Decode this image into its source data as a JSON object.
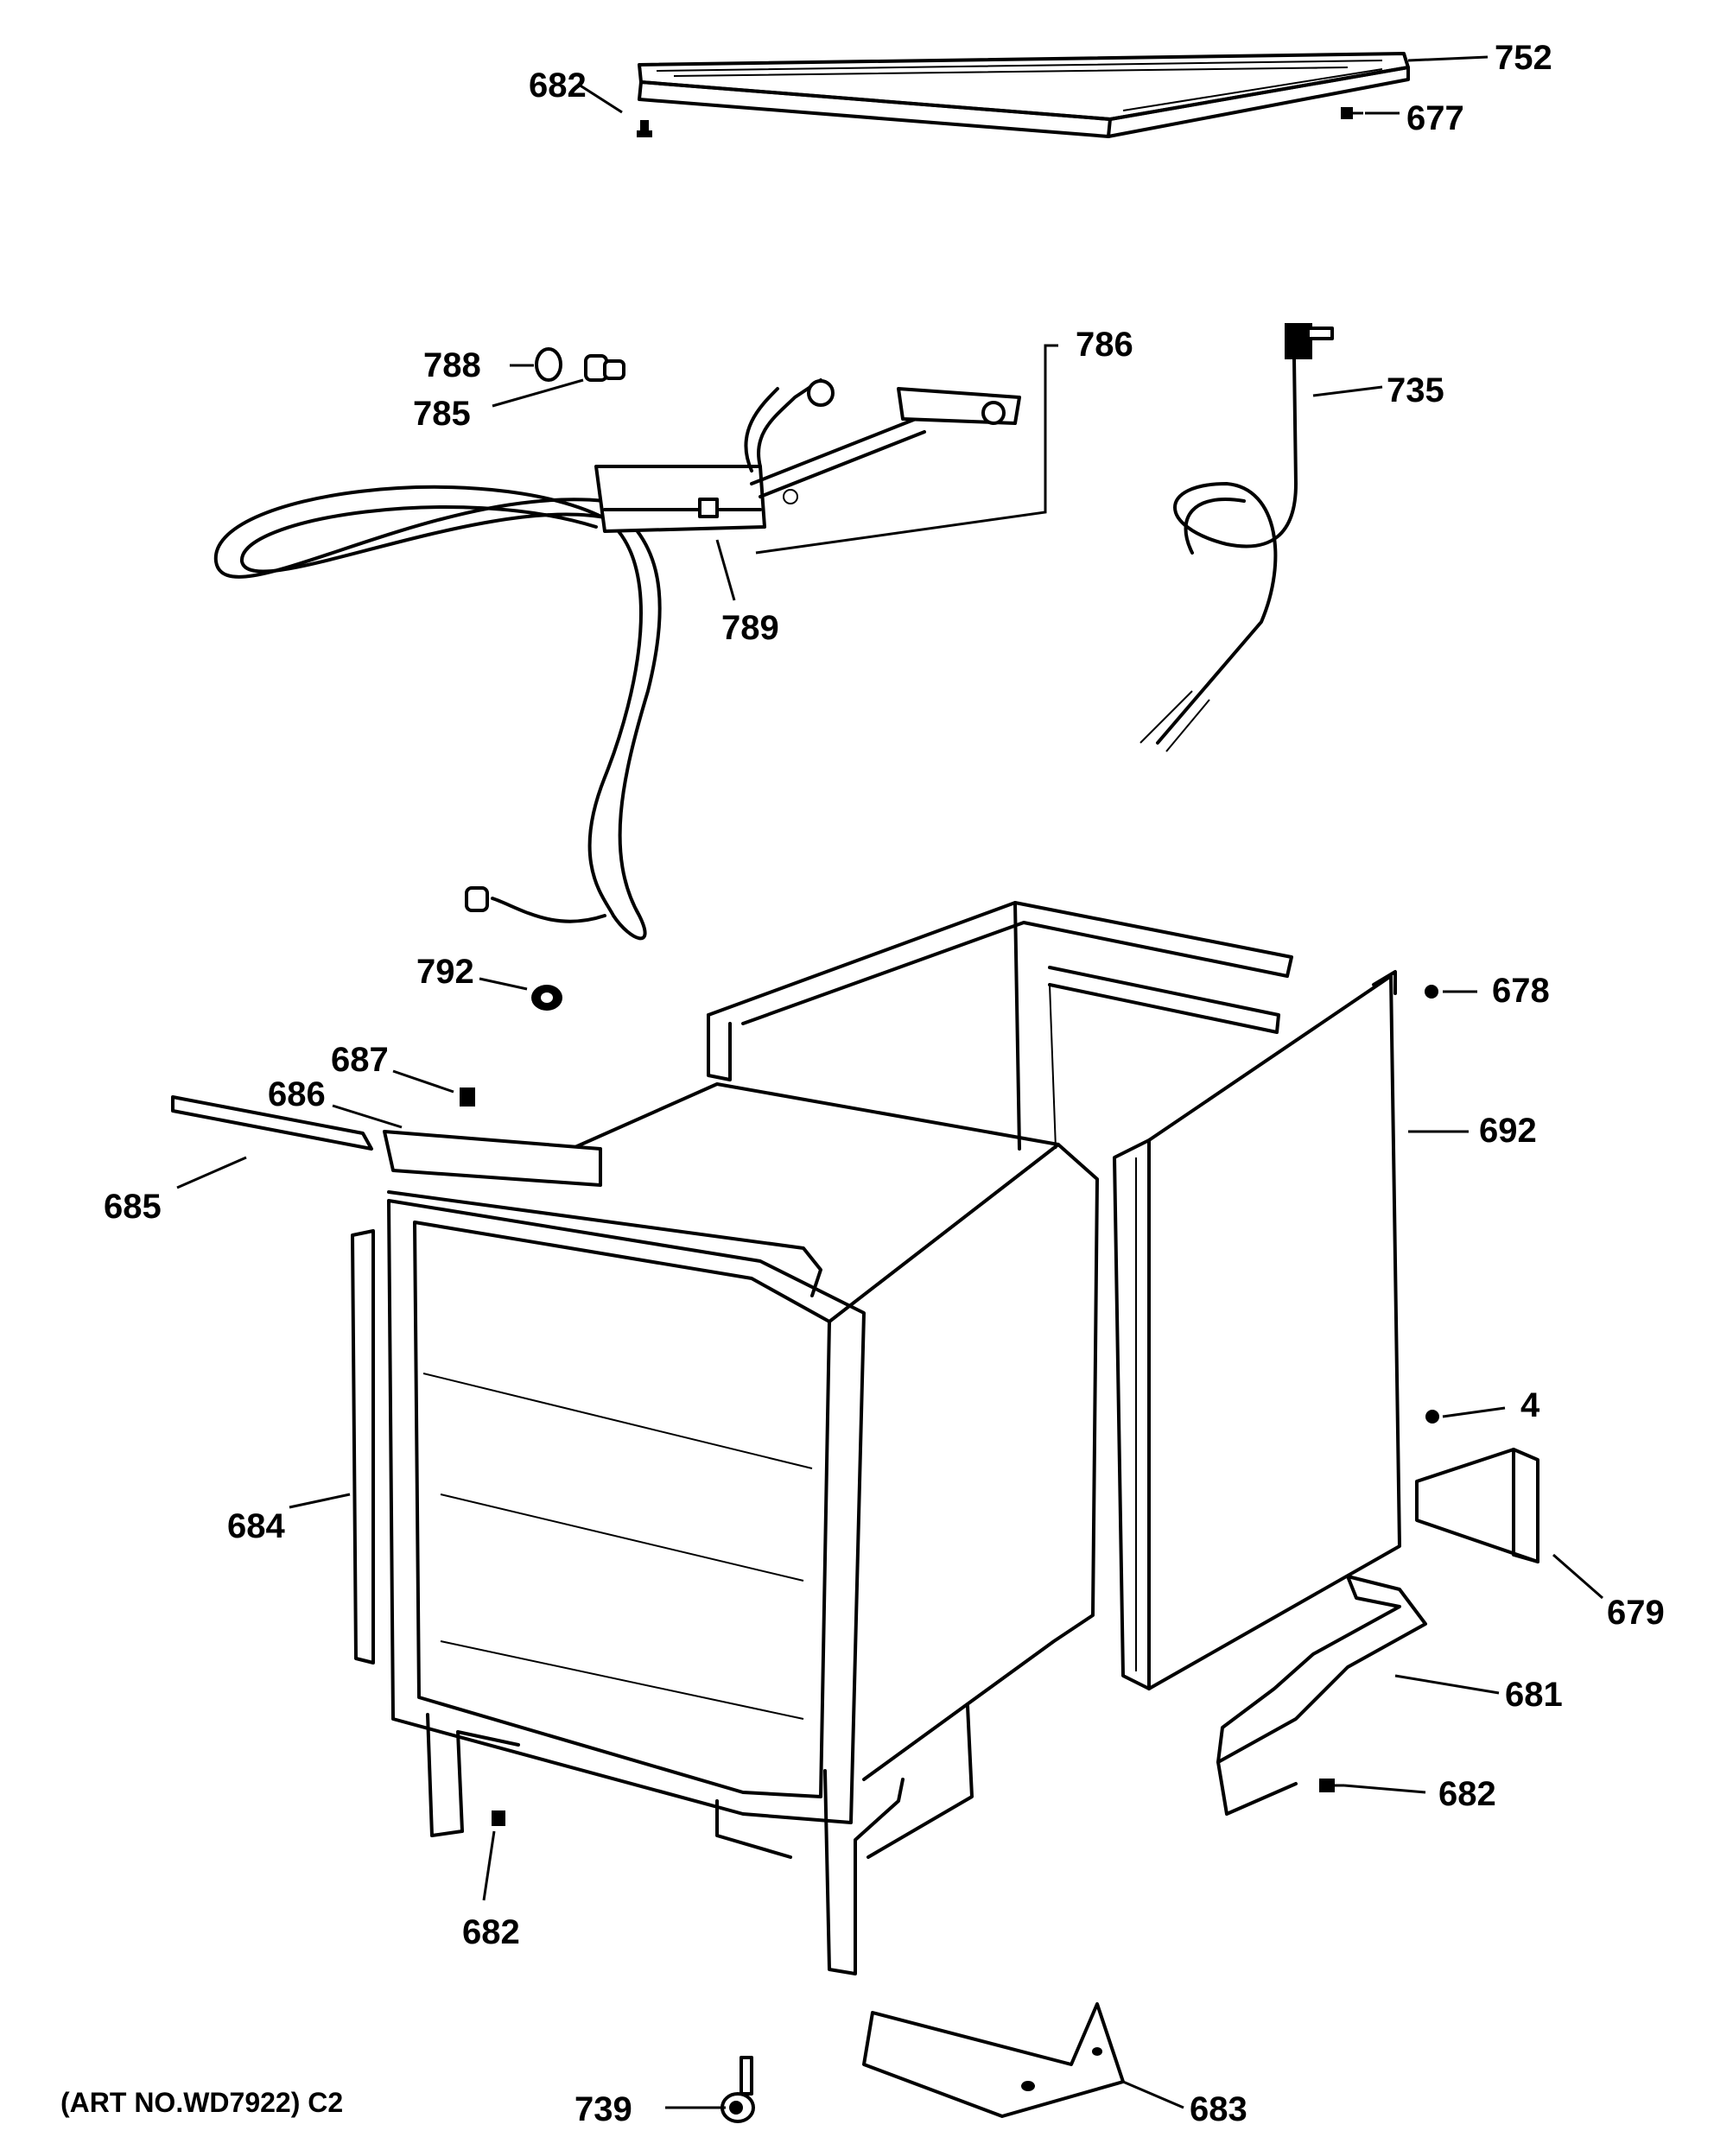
{
  "callouts": {
    "c752": "752",
    "c682_top": "682",
    "c677": "677",
    "c786": "786",
    "c788": "788",
    "c785": "785",
    "c789": "789",
    "c735": "735",
    "c792": "792",
    "c678": "678",
    "c687": "687",
    "c686": "686",
    "c685": "685",
    "c692": "692",
    "c4": "4",
    "c684": "684",
    "c679": "679",
    "c681": "681",
    "c682_right": "682",
    "c682_bottom": "682",
    "c739": "739",
    "c683": "683"
  },
  "art_number": "(ART NO.WD7922) C2"
}
